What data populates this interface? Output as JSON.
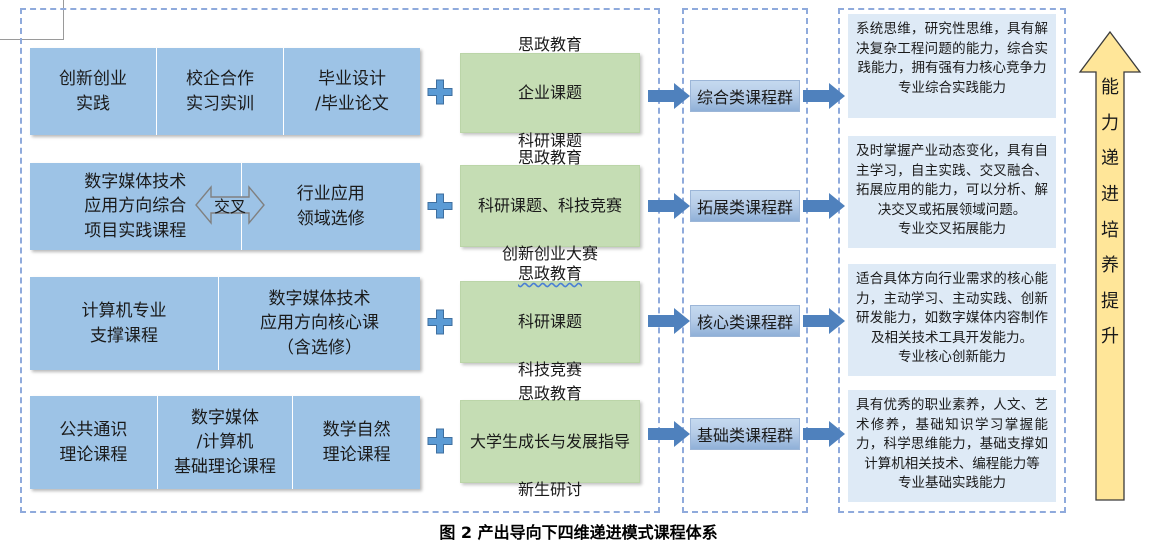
{
  "figure": {
    "caption": "图 2  产出导向下四维递进模式课程体系"
  },
  "groups": {
    "left_label": "course-content-group",
    "mid_label": "course-group-column",
    "right_label": "ability-outcome-column"
  },
  "course_rows": [
    {
      "name": "practice-row",
      "cells": [
        {
          "text": "创新创业\n实践",
          "flex": 1
        },
        {
          "text": "校企合作\n实习实训",
          "flex": 1
        },
        {
          "text": "毕业设计\n/毕业论文",
          "flex": 1.08
        }
      ]
    },
    {
      "name": "comprehensive-row",
      "cells": [
        {
          "text": "数字媒体技术\n应用方向综合\n项目实践课程",
          "flex": 1.18
        },
        {
          "text": "行业应用\n领域选修",
          "flex": 1
        }
      ],
      "cross_label": "交叉"
    },
    {
      "name": "core-row",
      "cells": [
        {
          "text": "计算机专业\n支撑课程",
          "flex": 1
        },
        {
          "text": "数字媒体技术\n应用方向核心课\n（含选修）",
          "flex": 1.07
        }
      ]
    },
    {
      "name": "foundation-row",
      "cells": [
        {
          "text": "公共通识\n理论课程",
          "flex": 1
        },
        {
          "text": "数字媒体\n/计算机\n基础理论课程",
          "flex": 1.06
        },
        {
          "text": "数学自然\n理论课程",
          "flex": 1
        }
      ]
    }
  ],
  "plus_sign": "+",
  "green_boxes": [
    {
      "name": "green-box-comprehensive",
      "lines": [
        "思政教育",
        "企业课题",
        "科研课题"
      ],
      "squiggle_first": false
    },
    {
      "name": "green-box-expansion",
      "lines": [
        "思政教育",
        "科研课题、科技竞赛",
        "创新创业大赛"
      ],
      "squiggle_first": false
    },
    {
      "name": "green-box-core",
      "lines": [
        "思政教育",
        "科研课题",
        "科技竞赛"
      ],
      "squiggle_first": true
    },
    {
      "name": "green-box-foundation",
      "lines": [
        "思政教育",
        "大学生成长与发展指导",
        "新生研讨"
      ],
      "squiggle_first": false
    }
  ],
  "course_groups": [
    {
      "name": "course-group-comprehensive",
      "label": "综合类课程群"
    },
    {
      "name": "course-group-expansion",
      "label": "拓展类课程群"
    },
    {
      "name": "course-group-core",
      "label": "核心类课程群"
    },
    {
      "name": "course-group-foundation",
      "label": "基础类课程群"
    }
  ],
  "abilities": [
    {
      "name": "ability-comprehensive",
      "body": "系统思维，研究性思维，具有解决复杂工程问题的能力，综合实践能力，拥有强有力核心竞争力",
      "summary": "专业综合实践能力"
    },
    {
      "name": "ability-expansion",
      "body": "及时掌握产业动态变化，具有自主学习，自主实践、交叉融合、拓展应用的能力，可以分析、解决交叉或拓展领域问题。",
      "summary": "专业交叉拓展能力"
    },
    {
      "name": "ability-core",
      "body": "适合具体方向行业需求的核心能力，主动学习、主动实践、创新研发能力，如数字媒体内容制作及相关技术工具开发能力。",
      "summary": "专业核心创新能力"
    },
    {
      "name": "ability-foundation",
      "body": "具有优秀的职业素养，人文、艺术修养，基础知识学习掌握能力，科学思维能力，基础支撑如计算机相关技术、编程能力等",
      "summary": "专业基础实践能力"
    }
  ],
  "vertical_arrow": {
    "name": "ability-progression-arrow",
    "chars": [
      "能",
      "力",
      "递",
      "进",
      "培",
      "养",
      "提",
      "升"
    ],
    "text": "能力递进培养提升"
  },
  "colors": {
    "course_blue": "#9DC3E6",
    "green": "#C5DDB4",
    "arrow_blue": "#4F81BD",
    "group_blue": "#B7CDE8",
    "desc_blue": "#DEEAF6",
    "vertical_arrow_yellow": "#FFE699",
    "dashed_border": "#8FAADC"
  }
}
